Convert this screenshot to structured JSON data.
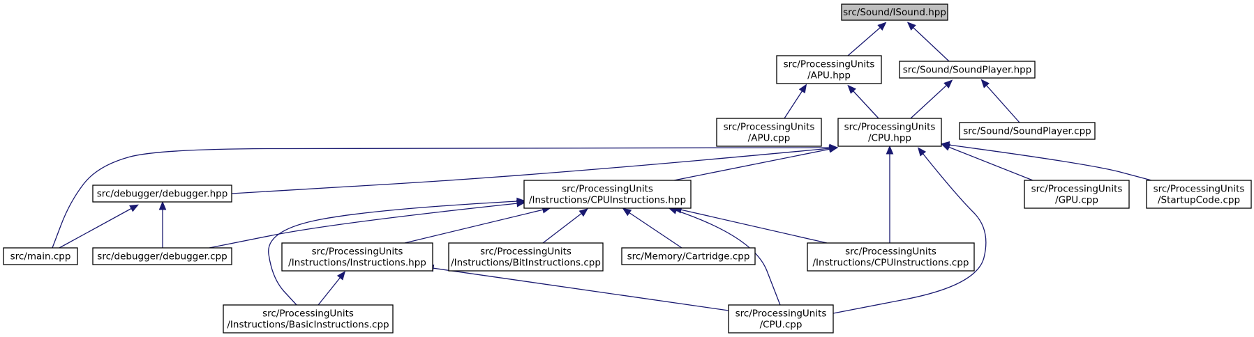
{
  "diagram": {
    "type": "include-dependency-graph",
    "nodes": [
      {
        "id": "isound",
        "lines": [
          "src/Sound/ISound.hpp"
        ],
        "highlighted": true
      },
      {
        "id": "apu_hpp",
        "lines": [
          "src/ProcessingUnits",
          "/APU.hpp"
        ]
      },
      {
        "id": "soundplayer_hpp",
        "lines": [
          "src/Sound/SoundPlayer.hpp"
        ]
      },
      {
        "id": "apu_cpp",
        "lines": [
          "src/ProcessingUnits",
          "/APU.cpp"
        ]
      },
      {
        "id": "cpu_hpp",
        "lines": [
          "src/ProcessingUnits",
          "/CPU.hpp"
        ]
      },
      {
        "id": "soundplayer_cpp",
        "lines": [
          "src/Sound/SoundPlayer.cpp"
        ]
      },
      {
        "id": "debugger_hpp",
        "lines": [
          "src/debugger/debugger.hpp"
        ]
      },
      {
        "id": "cpuinstr_hpp",
        "lines": [
          "src/ProcessingUnits",
          "/Instructions/CPUInstructions.hpp"
        ]
      },
      {
        "id": "gpu_cpp",
        "lines": [
          "src/ProcessingUnits",
          "/GPU.cpp"
        ]
      },
      {
        "id": "startup_cpp",
        "lines": [
          "src/ProcessingUnits",
          "/StartupCode.cpp"
        ]
      },
      {
        "id": "main_cpp",
        "lines": [
          "src/main.cpp"
        ]
      },
      {
        "id": "debugger_cpp",
        "lines": [
          "src/debugger/debugger.cpp"
        ]
      },
      {
        "id": "instr_hpp",
        "lines": [
          "src/ProcessingUnits",
          "/Instructions/Instructions.hpp"
        ]
      },
      {
        "id": "bitinstr_cpp",
        "lines": [
          "src/ProcessingUnits",
          "/Instructions/BitInstructions.cpp"
        ]
      },
      {
        "id": "cartridge_cpp",
        "lines": [
          "src/Memory/Cartridge.cpp"
        ]
      },
      {
        "id": "cpuinstr_cpp",
        "lines": [
          "src/ProcessingUnits",
          "/Instructions/CPUInstructions.cpp"
        ]
      },
      {
        "id": "basicinstr_cpp",
        "lines": [
          "src/ProcessingUnits",
          "/Instructions/BasicInstructions.cpp"
        ]
      },
      {
        "id": "cpu_cpp",
        "lines": [
          "src/ProcessingUnits",
          "/CPU.cpp"
        ]
      }
    ],
    "edges": [
      {
        "from": "isound",
        "to": "apu_hpp"
      },
      {
        "from": "isound",
        "to": "soundplayer_hpp"
      },
      {
        "from": "apu_hpp",
        "to": "apu_cpp"
      },
      {
        "from": "apu_hpp",
        "to": "cpu_hpp"
      },
      {
        "from": "soundplayer_hpp",
        "to": "cpu_hpp"
      },
      {
        "from": "soundplayer_hpp",
        "to": "soundplayer_cpp"
      },
      {
        "from": "cpu_hpp",
        "to": "main_cpp"
      },
      {
        "from": "cpu_hpp",
        "to": "debugger_hpp"
      },
      {
        "from": "cpu_hpp",
        "to": "cpuinstr_hpp"
      },
      {
        "from": "cpu_hpp",
        "to": "cpuinstr_cpp"
      },
      {
        "from": "cpu_hpp",
        "to": "cpu_cpp"
      },
      {
        "from": "cpu_hpp",
        "to": "gpu_cpp"
      },
      {
        "from": "cpu_hpp",
        "to": "startup_cpp"
      },
      {
        "from": "debugger_hpp",
        "to": "main_cpp"
      },
      {
        "from": "debugger_hpp",
        "to": "debugger_cpp"
      },
      {
        "from": "cpuinstr_hpp",
        "to": "debugger_cpp"
      },
      {
        "from": "cpuinstr_hpp",
        "to": "basicinstr_cpp"
      },
      {
        "from": "cpuinstr_hpp",
        "to": "instr_hpp"
      },
      {
        "from": "cpuinstr_hpp",
        "to": "bitinstr_cpp"
      },
      {
        "from": "cpuinstr_hpp",
        "to": "cartridge_cpp"
      },
      {
        "from": "cpuinstr_hpp",
        "to": "cpuinstr_cpp"
      },
      {
        "from": "cpuinstr_hpp",
        "to": "cpu_cpp"
      },
      {
        "from": "instr_hpp",
        "to": "basicinstr_cpp"
      },
      {
        "from": "instr_hpp",
        "to": "cpu_cpp"
      }
    ],
    "colors": {
      "edge": "#191970",
      "node_border": "#000000",
      "node_fill": "#ffffff",
      "highlight_fill": "#bfbfbf"
    }
  }
}
